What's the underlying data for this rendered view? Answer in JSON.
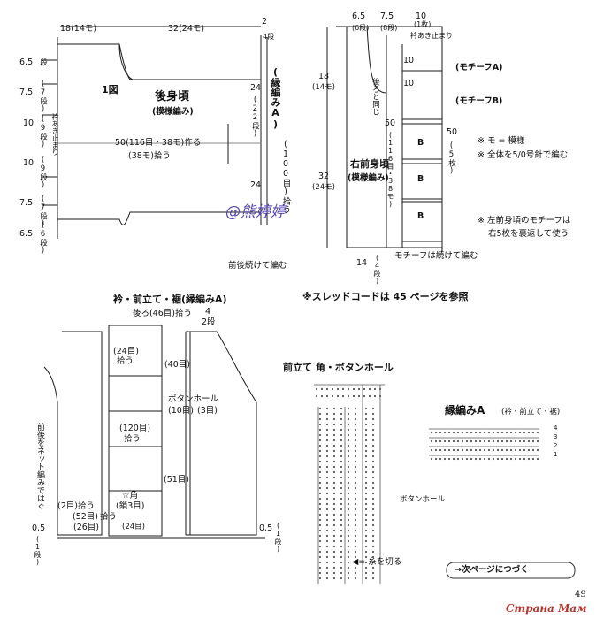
{
  "colors": {
    "ink": "#1a1a1a",
    "watermark": "#5a46b4",
    "accent": "#b5332b"
  },
  "back_panel": {
    "fig_label": "1図",
    "title": "後身頃",
    "subtitle": "(模様編み)",
    "top_dim_left": "18(14モ)",
    "top_dim_right": "32(24モ)",
    "top_2": "2",
    "top_4dan": "4段",
    "left_labels": [
      "6.5",
      "7.5",
      "10",
      "10",
      "7.5",
      "6.5"
    ],
    "left_dan": [
      "(7段)",
      "(9段)",
      "(9段)",
      "(7段)",
      "(6段)"
    ],
    "left_dan_top": "段",
    "slit": "衿あき止まり",
    "center_line": "50(116目・38モ)作る",
    "center_line2": "(38モ)拾う",
    "right_24": "24",
    "right_24b": "(22段)",
    "right_24c": "24",
    "band_label": "(縁編みA)",
    "right_100": "(100目)拾う",
    "bottom": "前後続けて編む",
    "watermark": "@熊婷婷"
  },
  "front_panel": {
    "top": [
      "6.5",
      "7.5",
      "10"
    ],
    "top_sub": [
      "(6段)",
      "(8段)",
      "(1枚)"
    ],
    "slit": "衿あき止まり",
    "motif_a": "(モチーフA)",
    "motif_b": "(モチーフB)",
    "ten": "10",
    "ten2": "10",
    "same": "後ろと同じ",
    "fifty": "50",
    "fifty_sub": "(116目・38モ)",
    "b": "B",
    "title": "右前身頃",
    "subtitle": "(模様編み)",
    "left_18": "18",
    "left_18b": "(14モ)",
    "left_32": "32",
    "left_32b": "(24モ)",
    "right_50": "50",
    "right_50b": "(5枚)",
    "bottom_14": "14",
    "bottom_14b": "(4段)",
    "bottom_note": "モチーフは続けて編む",
    "dim_bottom": "(4段)",
    "notes": [
      "※ モ = 模様",
      "※ 全体を5/0号針で編む",
      "※ 左前身頃のモチーフは",
      "右5枚を裏返して使う"
    ]
  },
  "band_panel": {
    "title": "衿・前立て・裾(縁編みA)",
    "thread_ref": "※スレッドコードは 45 ページを参照",
    "top1": "後ろ(46目)拾う",
    "top_4": "4",
    "top_2dan": "2段",
    "l24": "(24目)",
    "l24b": "拾う",
    "m40": "(40目)",
    "bh": "ボタンホール",
    "bh10": "(10目)",
    "bh3": "(3目)",
    "m120": "(120目)",
    "m120b": "拾う",
    "m51": "(51目)",
    "corner": "☆角",
    "corner2": "(鎖3目)",
    "b2": "(2目)拾う",
    "b52": "(52目)",
    "b52b": "拾う",
    "b26": "(26目)",
    "b24": "(24目)",
    "side": "前後をネット編みではぐ",
    "b05": "0.5",
    "b05b": "(1段)",
    "b05c": "0.5",
    "b05d": "(1段)"
  },
  "buttonhole_chart": {
    "title": "前立て 角・ボタンホール",
    "bh": "ボタンホール",
    "cut": "◀= 糸を切る"
  },
  "edging_chart": {
    "title": "縁編みA",
    "title_sub": "(衿・前立て・裾)",
    "rows": [
      "4",
      "3",
      "2",
      "1"
    ]
  },
  "footer": {
    "next": "→次ページにつづく",
    "page": "49",
    "logo": "Страна Мам"
  }
}
